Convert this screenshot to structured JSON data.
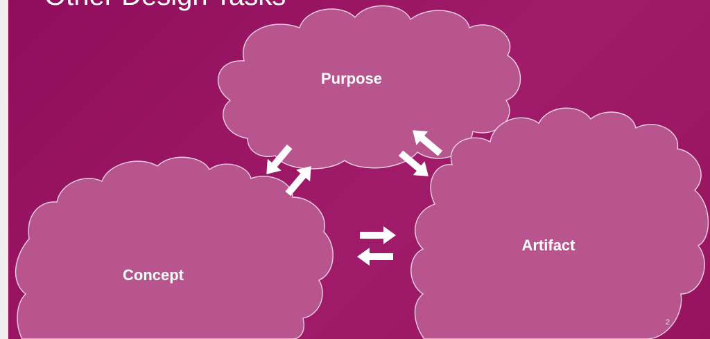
{
  "slide": {
    "title": "Other Design Tasks",
    "number": "2"
  },
  "clouds": {
    "purpose": "Purpose",
    "concept": "Concept",
    "artifact": "Artifact"
  },
  "colors": {
    "background": "#9a1565",
    "cloud_fill": "#b8558f",
    "cloud_stroke": "#f1d3e4",
    "arrow": "#ffffff",
    "text": "#ffffff"
  }
}
